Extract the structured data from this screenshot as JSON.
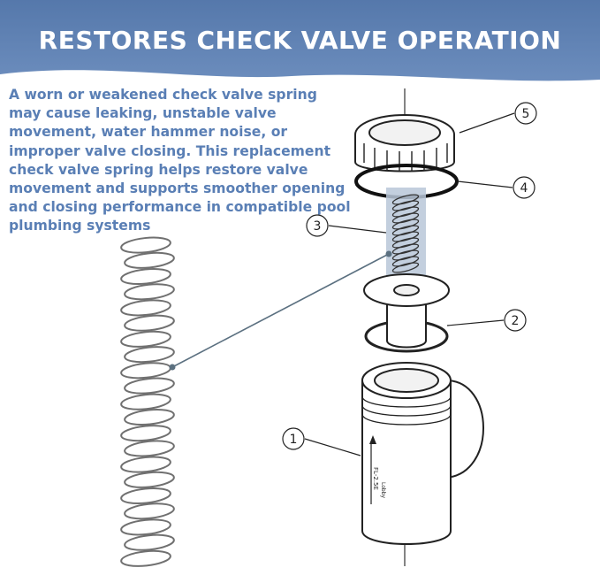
{
  "banner": {
    "title": "RESTORES CHECK VALVE OPERATION",
    "color": "#5b7fb3"
  },
  "description": "A worn or weakened check valve spring may cause leaking, unstable valve movement, water hammer noise, or improper valve closing. This replacement check valve spring helps restore valve movement and supports smoother opening and closing performance in compatible pool plumbing systems",
  "diagram": {
    "callouts": [
      "1",
      "2",
      "3",
      "4",
      "5"
    ],
    "body_marking_1": "FL-2.5E",
    "body_marking_2": "Lobby"
  },
  "colors": {
    "text": "#5a7fb5",
    "leader": "#5b7080",
    "highlight": "#b9c7d8"
  }
}
